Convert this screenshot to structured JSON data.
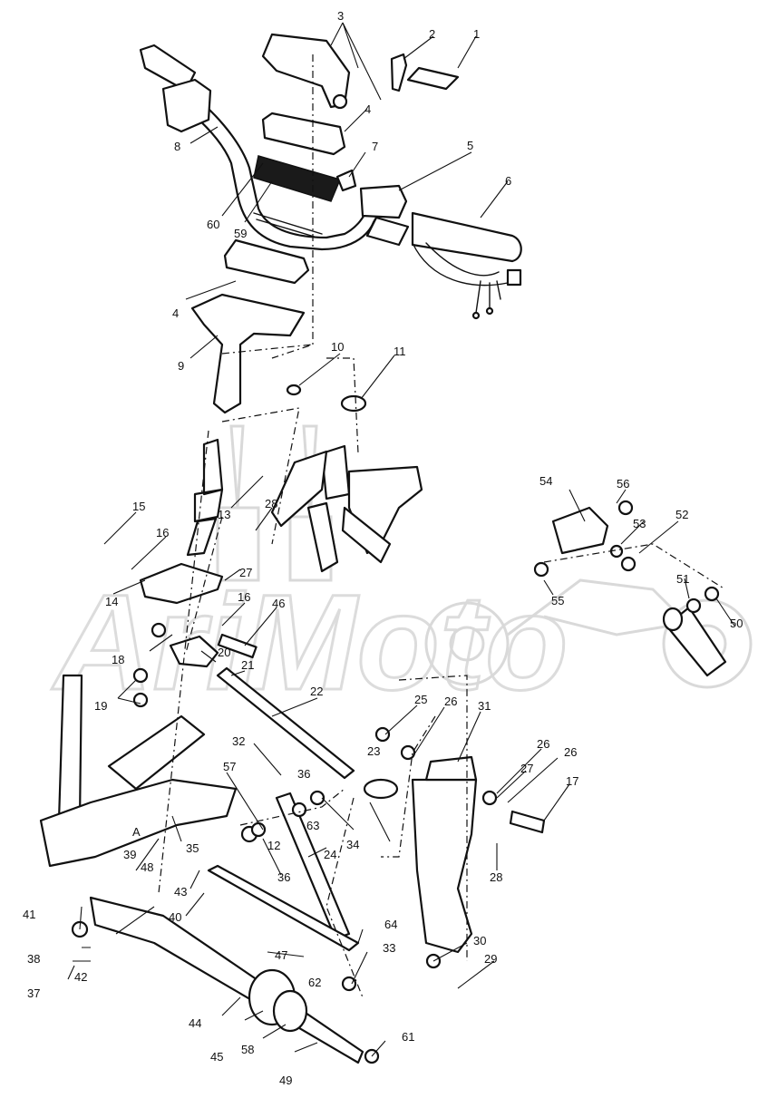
{
  "watermark": {
    "text": "AriMoto"
  },
  "diagram": {
    "callouts": [
      "1",
      "2",
      "3",
      "4",
      "5",
      "6",
      "7",
      "8",
      "60",
      "59",
      "4",
      "9",
      "10",
      "11",
      "13",
      "28",
      "15",
      "16",
      "27",
      "14",
      "16",
      "46",
      "18",
      "20",
      "21",
      "19",
      "22",
      "25",
      "26",
      "31",
      "23",
      "32",
      "36",
      "57",
      "63",
      "12",
      "35",
      "24",
      "36",
      "26",
      "26",
      "27",
      "17",
      "28",
      "34",
      "39",
      "A",
      "41",
      "48",
      "43",
      "40",
      "64",
      "30",
      "38",
      "42",
      "37",
      "47",
      "62",
      "33",
      "29",
      "44",
      "45",
      "58",
      "61",
      "49",
      "54",
      "56",
      "53",
      "52",
      "55",
      "51",
      "50"
    ]
  }
}
